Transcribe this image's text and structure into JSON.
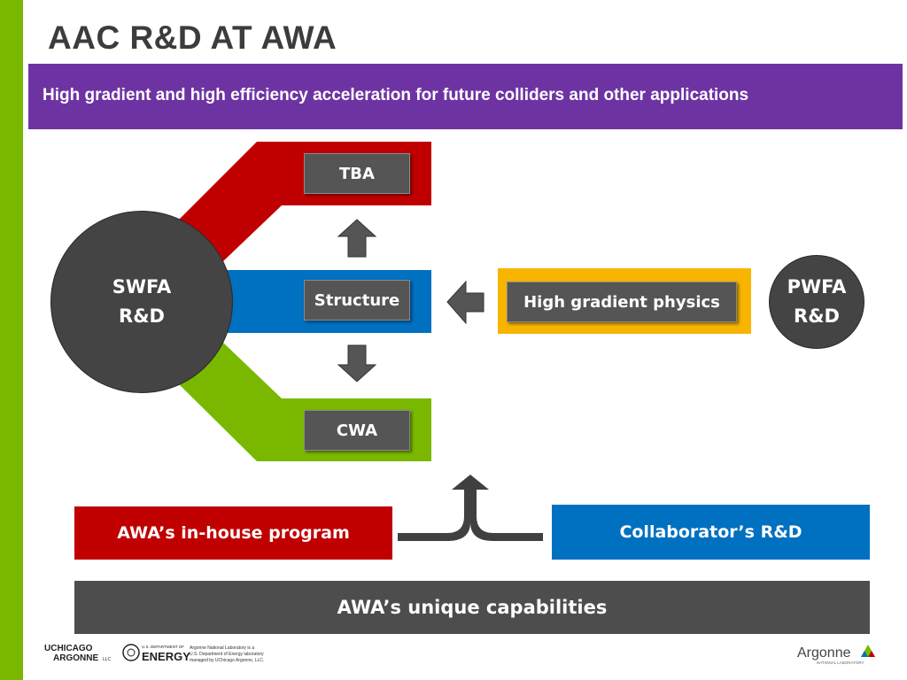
{
  "title": "AAC R&D AT AWA",
  "banner": "High gradient and high efficiency acceleration for future colliders and other applications",
  "boxes": {
    "tba": "TBA",
    "structure": "Structure",
    "cwa": "CWA",
    "physics": "High gradient physics"
  },
  "circles": {
    "swfa_line1": "SWFA",
    "swfa_line2": "R&D",
    "pwfa_line1": "PWFA",
    "pwfa_line2": "R&D"
  },
  "bottom": {
    "inhouse": "AWA’s in-house program",
    "collab": "Collaborator’s R&D",
    "capabilities": "AWA’s unique capabilities"
  },
  "footer": {
    "uchicago_line1": "UCHICAGO",
    "uchicago_line2": "ARGONNE",
    "uchicago_llc": "LLC",
    "doe_small": "U.S. DEPARTMENT OF",
    "doe_big": "ENERGY",
    "doe_note_1": "Argonne National Laboratory is a",
    "doe_note_2": "U.S. Department of Energy laboratory",
    "doe_note_3": "managed by UChicago Argonne, LLC.",
    "argonne_name": "Argonne",
    "argonne_sub": "NATIONAL LABORATORY"
  },
  "colors": {
    "green_bar": "#7ab800",
    "purple_banner": "#6e33a3",
    "red": "#c00000",
    "blue": "#0070c0",
    "green": "#7ab800",
    "gold": "#f7b500",
    "dark_gray": "#4d4d4d"
  },
  "icons": [
    "arrow-up-icon",
    "arrow-left-icon",
    "arrow-down-icon",
    "merge-arrow-icon",
    "doe-seal-icon",
    "argonne-triangle-icon"
  ]
}
